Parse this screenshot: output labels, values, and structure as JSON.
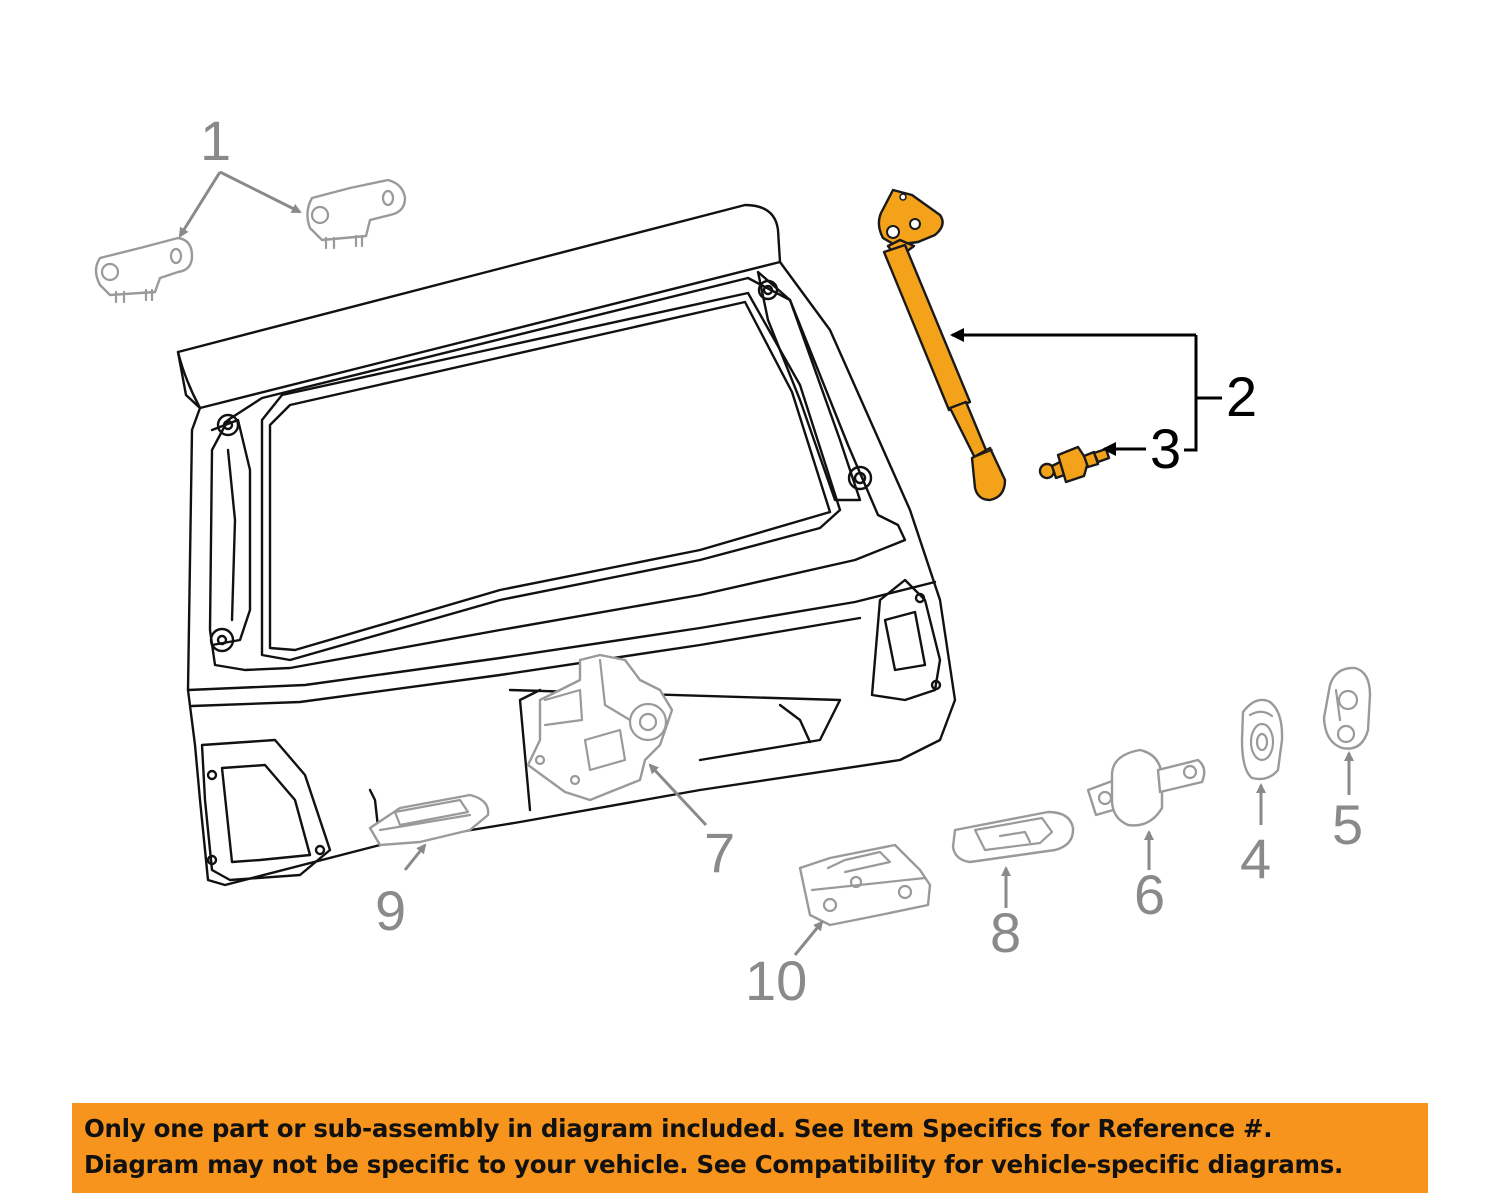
{
  "diagram": {
    "callouts": {
      "c1": "1",
      "c2": "2",
      "c3": "3",
      "c4": "4",
      "c5": "5",
      "c6": "6",
      "c7": "7",
      "c8": "8",
      "c9": "9",
      "c10": "10"
    },
    "highlighted_parts": [
      "2",
      "3"
    ],
    "highlight_color": "#f5a21b"
  },
  "banner": {
    "line1": "Only one part or sub-assembly in diagram included. See Item Specifics for Reference #.",
    "line2": "Diagram may not be specific to your vehicle. See Compatibility for vehicle-specific diagrams.",
    "background_color": "#f7941d"
  }
}
